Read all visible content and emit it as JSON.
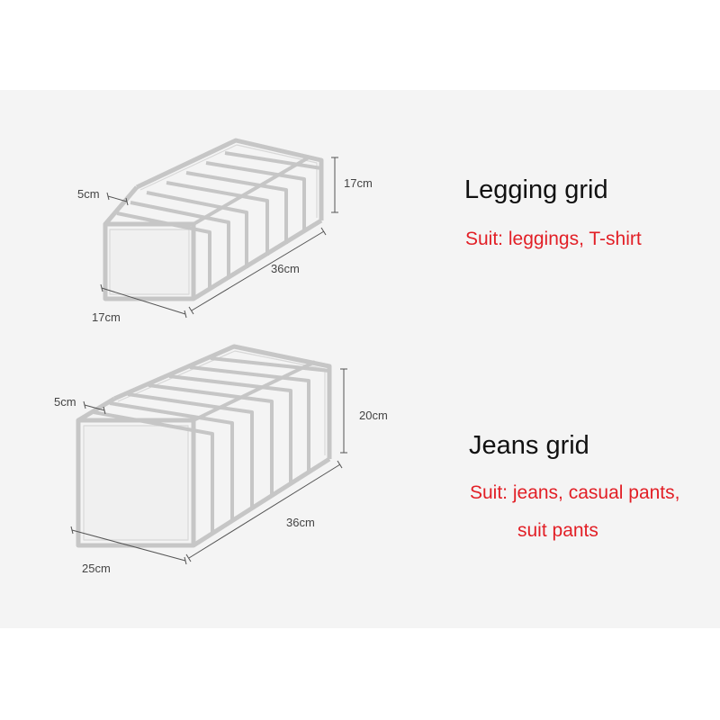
{
  "colors": {
    "background": "#f4f4f4",
    "outline": "#c3c3c3",
    "suit_text": "#e21f26",
    "title_text": "#111111",
    "dimension_text": "#444444"
  },
  "legging": {
    "title": "Legging grid",
    "suit": "Suit: leggings, T-shirt",
    "dims": {
      "width": "5cm",
      "height": "17cm",
      "length": "36cm",
      "depth": "17cm"
    }
  },
  "jeans": {
    "title": "Jeans grid",
    "suit_line1": "Suit: jeans, casual pants,",
    "suit_line2": "suit pants",
    "dims": {
      "width": "5cm",
      "height": "20cm",
      "length": "36cm",
      "depth": "25cm"
    }
  }
}
